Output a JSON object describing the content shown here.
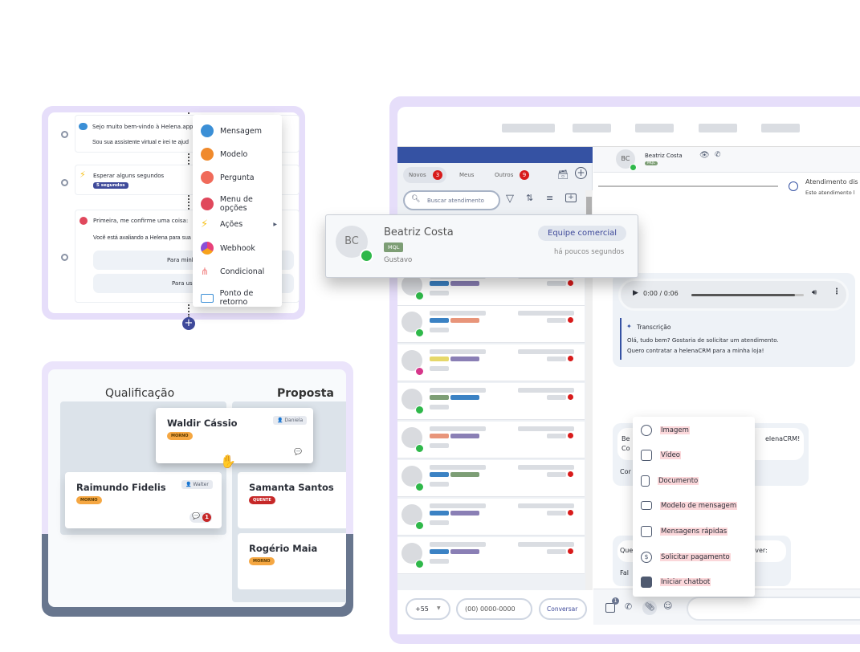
{
  "flow": {
    "nodes": [
      {
        "lines": [
          "Sejo muito bem-vindo à Helena.app.",
          "Sou sua assistente virtual e irei te ajud"
        ]
      },
      {
        "title": "Esperar alguns segundos",
        "tag": "5 segundos"
      },
      {
        "title": "Primeira, me confirme uma coisa:",
        "text": "Você está avaliando a Helena para sua",
        "options": [
          "Para minh",
          "Para usa"
        ]
      }
    ],
    "menu": [
      {
        "label": "Mensagem",
        "icon": "chat-bubble-icon",
        "color": "#3b8fd6"
      },
      {
        "label": "Modelo",
        "icon": "template-bubble-icon",
        "color": "#f08a2c"
      },
      {
        "label": "Pergunta",
        "icon": "question-bubble-icon",
        "color": "#f06a5a"
      },
      {
        "label": "Menu de opções",
        "icon": "options-menu-icon",
        "color": "#e0485c"
      },
      {
        "label": "Ações",
        "icon": "lightning-icon",
        "color": "#f7c21c"
      },
      {
        "label": "Webhook",
        "icon": "webhook-icon",
        "color": "#e8407a"
      },
      {
        "label": "Condicional",
        "icon": "conditional-icon",
        "color": "#f07a7a"
      },
      {
        "label": "Ponto de retorno",
        "icon": "return-point-icon",
        "color": "#3b8fd6"
      }
    ]
  },
  "kanban": {
    "columns": [
      {
        "title": "Qualificação",
        "cards": [
          {
            "name": "Waldir Cássio",
            "tag": "MORNO",
            "owner": "Daniela"
          },
          {
            "name": "Raimundo Fidelis",
            "tag": "MORNO",
            "owner": "Walter",
            "unread": "1"
          }
        ]
      },
      {
        "title": "Proposta",
        "cards": [
          {
            "name": "Samanta Santos",
            "tag": "QUENTE"
          },
          {
            "name": "Rogério Maia",
            "tag": "MORNO"
          }
        ]
      }
    ],
    "colors": {
      "morno": "#f5a742",
      "quente": "#c62828"
    }
  },
  "inbox": {
    "tabs": [
      {
        "label": "Novos",
        "count": "3"
      },
      {
        "label": "Meus"
      },
      {
        "label": "Outros",
        "count": "9"
      }
    ],
    "search_placeholder": "Buscar atendimento",
    "highlight": {
      "initials": "BC",
      "name": "Beatriz Costa",
      "tag": "MQL",
      "agent": "Gustavo",
      "team": "Equipe comercial",
      "time": "há poucos segundos"
    },
    "country_code": "+55",
    "phone_placeholder": "(00) 0000-0000",
    "start_label": "Conversar",
    "accent": "#3552a3"
  },
  "chat": {
    "contact": {
      "initials": "BC",
      "name": "Beatriz Costa",
      "tag": "MQL"
    },
    "system": {
      "title": "Atendimento dis",
      "subtitle": "Este atendimento l"
    },
    "audio": {
      "time": "0:00 / 0:06",
      "progress": 0.92
    },
    "transcription": {
      "title": "Transcrição",
      "text1": "Olá, tudo bem? Gostaria de solicitar um atendimento.",
      "text2": "Quero contratar a helenaCRM para a minha loja!"
    },
    "msg1": {
      "l1a": "Be",
      "l1b": "elenaCRM!",
      "l2": "Co",
      "l3": "Cor"
    },
    "msg2": {
      "l1a": "Que",
      "l1b": "lver:",
      "l2": "Fal"
    },
    "attach_menu": [
      "Imagem",
      "Vídeo",
      "Documento",
      "Modelo de mensagem",
      "Mensagens rápidas",
      "Solicitar pagamento",
      "Iniciar chatbot"
    ],
    "inbox_badge": "1"
  }
}
